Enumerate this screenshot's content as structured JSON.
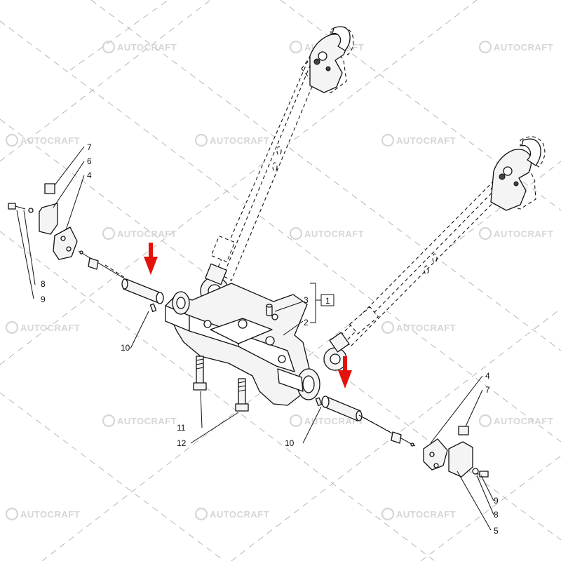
{
  "watermark": {
    "brand": "AUTOCRAFT",
    "color": "#d6d6d6"
  },
  "callouts": {
    "c1": "1",
    "c2": "2",
    "c3": "3",
    "c4_left": "4",
    "c4_right": "4",
    "c5": "5",
    "c6": "6",
    "c7_left": "7",
    "c7_right": "7",
    "c8_left": "8",
    "c8_right": "8",
    "c9_left": "9",
    "c9_right": "9",
    "c10_left": "10",
    "c10_right": "10",
    "c11": "11",
    "c12": "12"
  },
  "colors": {
    "line": "#111111",
    "arrow": "#e3120b",
    "background": "#ffffff"
  },
  "icons": {
    "highlight_arrows": "red-down-arrow-icon",
    "watermark_logo": "autocraft-logo-icon"
  }
}
